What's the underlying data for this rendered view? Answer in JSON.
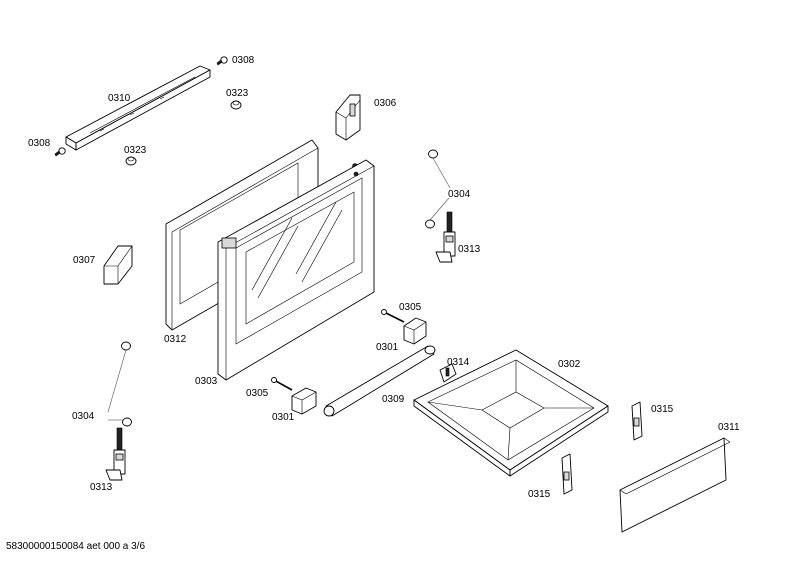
{
  "labels": {
    "p0310": "0310",
    "p0308a": "0308",
    "p0308b": "0308",
    "p0323a": "0323",
    "p0323b": "0323",
    "p0306": "0306",
    "p0304a": "0304",
    "p0304b": "0304",
    "p0313a": "0313",
    "p0313b": "0313",
    "p0307": "0307",
    "p0312": "0312",
    "p0303": "0303",
    "p0305a": "0305",
    "p0305b": "0305",
    "p0301a": "0301",
    "p0301b": "0301",
    "p0314": "0314",
    "p0302": "0302",
    "p0309": "0309",
    "p0315a": "0315",
    "p0315b": "0315",
    "p0311": "0311"
  },
  "footer": "58300000150084 aet 000 a 3/6"
}
